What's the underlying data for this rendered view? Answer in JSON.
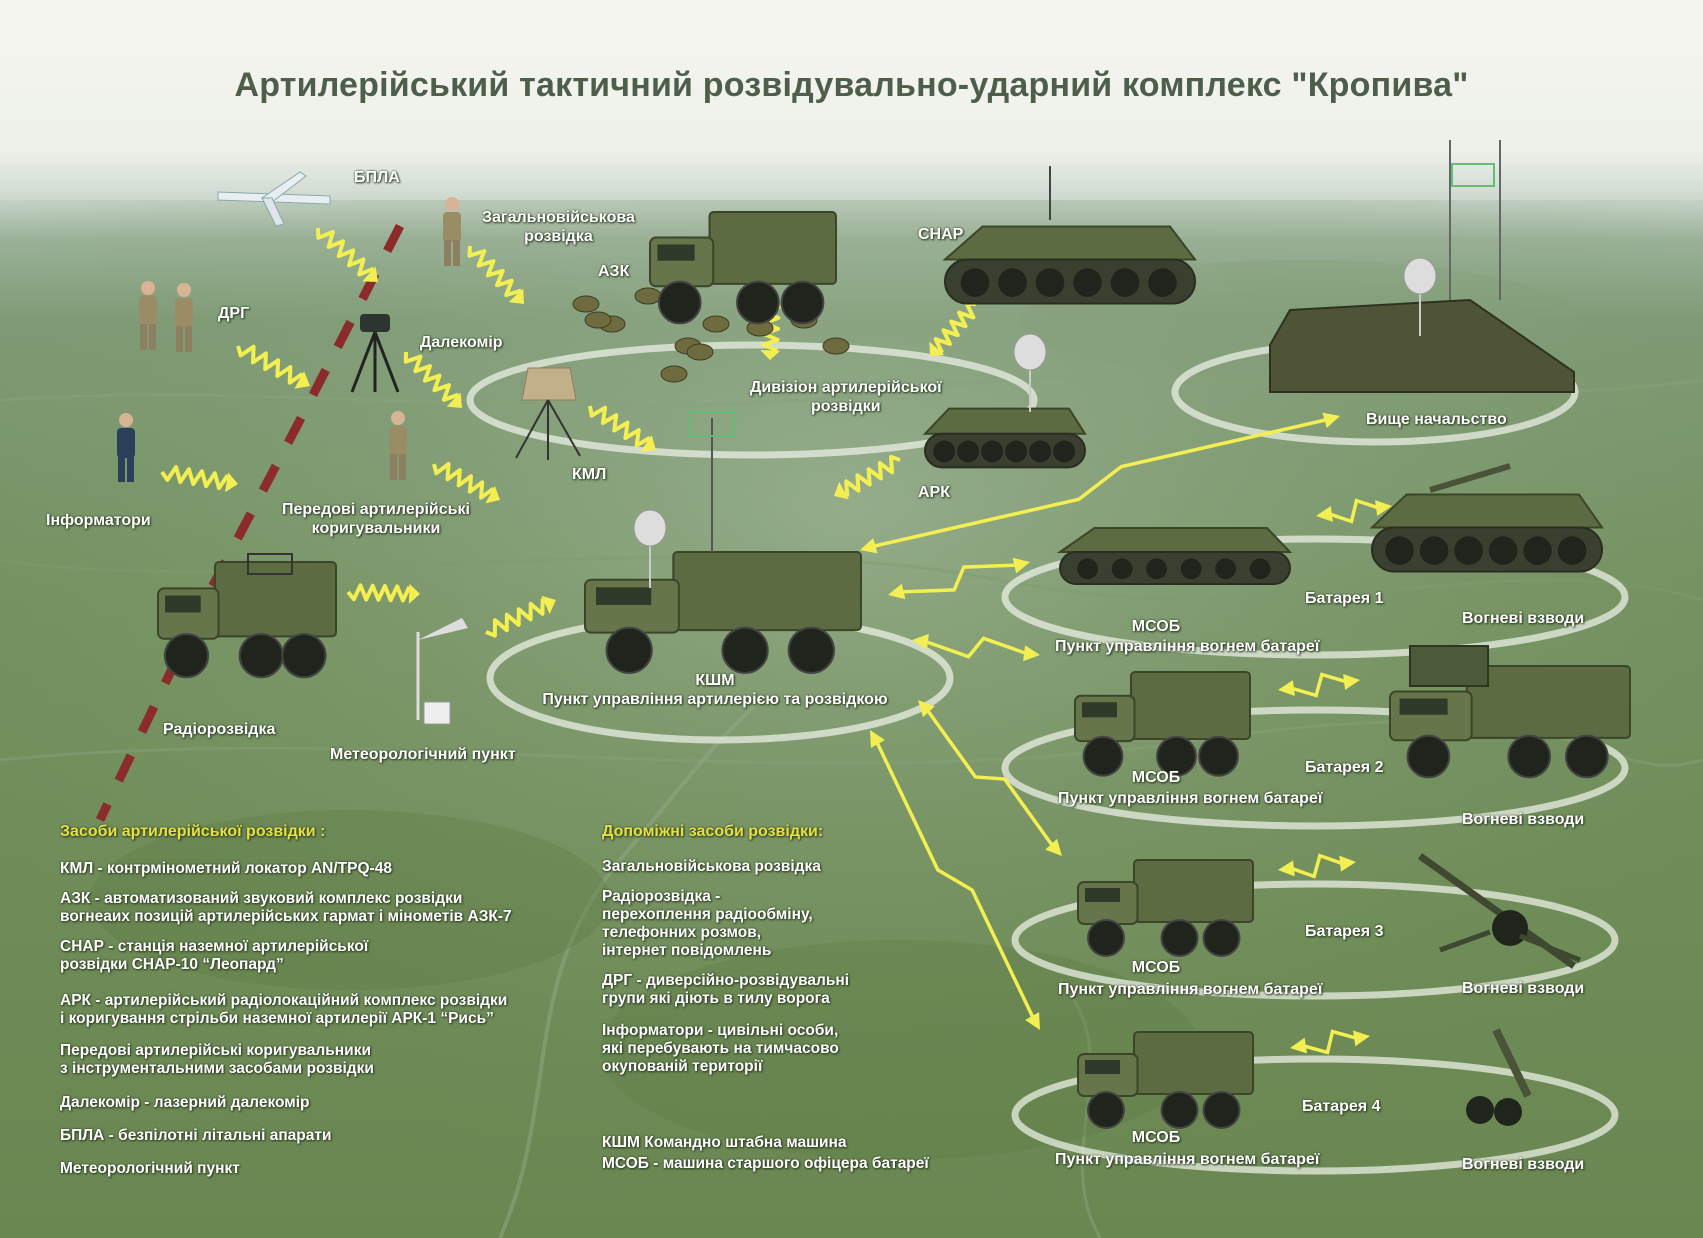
{
  "title": "Артилерійський тактичний розвідувально-ударний комплекс \"Кропива\"",
  "nodes": {
    "bpla": "БПЛА",
    "zagal": "Загальновійськова\nрозвідка",
    "azk": "АЗК",
    "snar": "СНАР",
    "drg": "ДРГ",
    "dalekomir": "Далекомір",
    "kml": "КМЛ",
    "divizion": "Дивізіон артилерійської\nрозвідки",
    "ark": "АРК",
    "vyshche": "Вище начальство",
    "informatory": "Інформатори",
    "peredovi": "Передові артилерійські\nкоригувальники",
    "radiorozvidka": "Радіорозвідка",
    "meteo": "Метеорологічний пункт",
    "ksm": "КШМ",
    "ksm_sub": "Пункт управління артилерією та розвідкою",
    "msob": "МСОБ",
    "msob_sub": "Пункт управління вогнем батареї",
    "vognevi": "Вогневі взводи",
    "battery1": "Батарея 1",
    "battery2": "Батарея 2",
    "battery3": "Батарея 3",
    "battery4": "Батарея 4"
  },
  "legend_left": {
    "heading": "Засоби артилерійської розвідки :",
    "items": [
      "КМЛ - контрмінометний локатор  AN/TPQ-48",
      "АЗК - автоматизований звуковий комплекс розвідки\nвогнеаих позицій артилерійських гармат і мінометів АЗК-7",
      "СНАР - станція наземної артилерійської\nрозвідки СНАР-10 “Леопард”",
      "АРК - артилерійський радіолокаційний комплекс розвідки\nі коригування стрільби наземної артилерії АРК-1 “Рись”",
      "Передові артилерійські коригувальники\nз інструментальними засобами розвідки",
      "Далекомір - лазерний далекомір",
      "БПЛА - безпілотні літальні апарати",
      "Метеорологічний пункт"
    ]
  },
  "legend_right": {
    "heading": "Допоміжні засоби розвідки:",
    "items": [
      "Загальновійськова розвідка",
      "Радіорозвідка -\nперехоплення радіообміну,\nтелефонних розмов,\nінтернет повідомлень",
      "ДРГ - диверсійно-розвідувальні\nгрупи які діють в тилу ворога",
      "Інформатори - цивільні особи,\nякі перебувають на тимчасово\nокупованій території",
      "КШМ  Командно штабна машина",
      "МСОБ - машина старшого офіцера  батареї"
    ]
  },
  "colors": {
    "title": "#4d5e4b",
    "label": "#ffffff",
    "legend_heading": "#e8e241",
    "arrow": "#f3ef52",
    "frontline": "#8b2b2b",
    "vehicle": "#5d6b43",
    "ring": "#e9efe4"
  }
}
